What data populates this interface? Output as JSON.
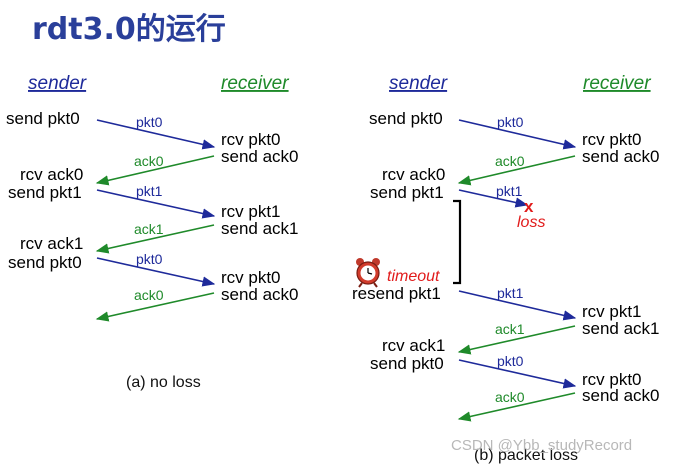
{
  "title": "rdt3.0的运行",
  "panel_a": {
    "sender": "sender",
    "receiver": "receiver",
    "s1": "send pkt0",
    "s2": "rcv ack0",
    "s3": "send pkt1",
    "s4": "rcv ack1",
    "s5": "send pkt0",
    "r1": "rcv pkt0",
    "r2": "send ack0",
    "r3": "rcv pkt1",
    "r4": "send ack1",
    "r5": "rcv pkt0",
    "r6": "send ack0",
    "m1": "pkt0",
    "m2": "ack0",
    "m3": "pkt1",
    "m4": "ack1",
    "m5": "pkt0",
    "m6": "ack0",
    "caption": "(a) no loss"
  },
  "panel_b": {
    "sender": "sender",
    "receiver": "receiver",
    "s1": "send pkt0",
    "s2": "rcv ack0",
    "s3": "send pkt1",
    "s4": "resend pkt1",
    "s5": "rcv ack1",
    "s6": "send pkt0",
    "r1": "rcv pkt0",
    "r2": "send ack0",
    "r3": "rcv pkt1",
    "r4": "send ack1",
    "r5": "rcv pkt0",
    "r6": "send ack0",
    "m1": "pkt0",
    "m2": "ack0",
    "m3": "pkt1",
    "loss_mark": "x",
    "loss": "loss",
    "timeout": "timeout",
    "m4": "pkt1",
    "m5": "ack1",
    "m6": "pkt0",
    "m7": "ack0",
    "caption": "(b) packet loss"
  },
  "watermark": "CSDN @Ybb_studyRecord",
  "colors": {
    "title": "#2a3f9a",
    "sender": "#1e2a9a",
    "receiver": "#1f8a2a",
    "packet_arrow": "#1e2a9a",
    "ack_arrow": "#1f8a2a",
    "loss": "#e11b1b",
    "timer": "#c0392b"
  },
  "icons": {
    "timer": "alarm-clock-icon"
  }
}
